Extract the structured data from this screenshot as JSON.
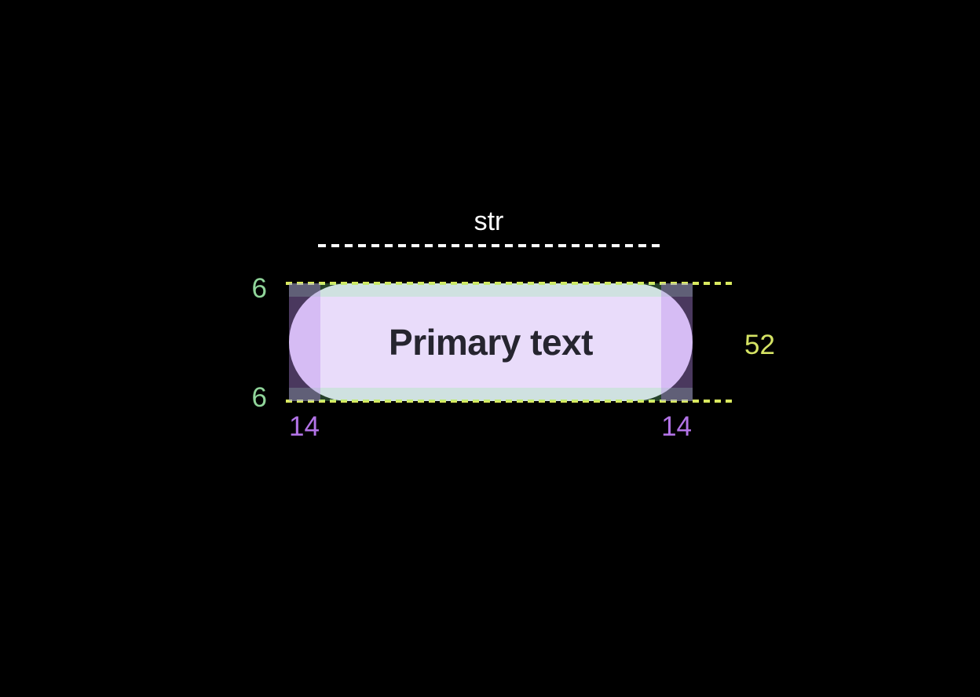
{
  "colors": {
    "background": "#000000",
    "pill_fill": "#e9dcfa",
    "button_text": "#26252f",
    "overlay_vertical": "rgba(135, 240, 155, 0.27)",
    "overlay_horizontal": "rgba(185, 140, 235, 0.40)",
    "label_green": "#90d59a",
    "label_purple": "#b273e6",
    "label_yellow": "#d5e364",
    "label_white": "#ffffff",
    "guide_yellow": "#d9e95f",
    "guide_white": "#ffffff"
  },
  "button": {
    "label": "Primary text"
  },
  "measurements": {
    "width": {
      "label": "str"
    },
    "height": {
      "value": "52"
    },
    "padding_top": {
      "value": "6"
    },
    "padding_bottom": {
      "value": "6"
    },
    "padding_left": {
      "value": "14"
    },
    "padding_right": {
      "value": "14"
    }
  }
}
